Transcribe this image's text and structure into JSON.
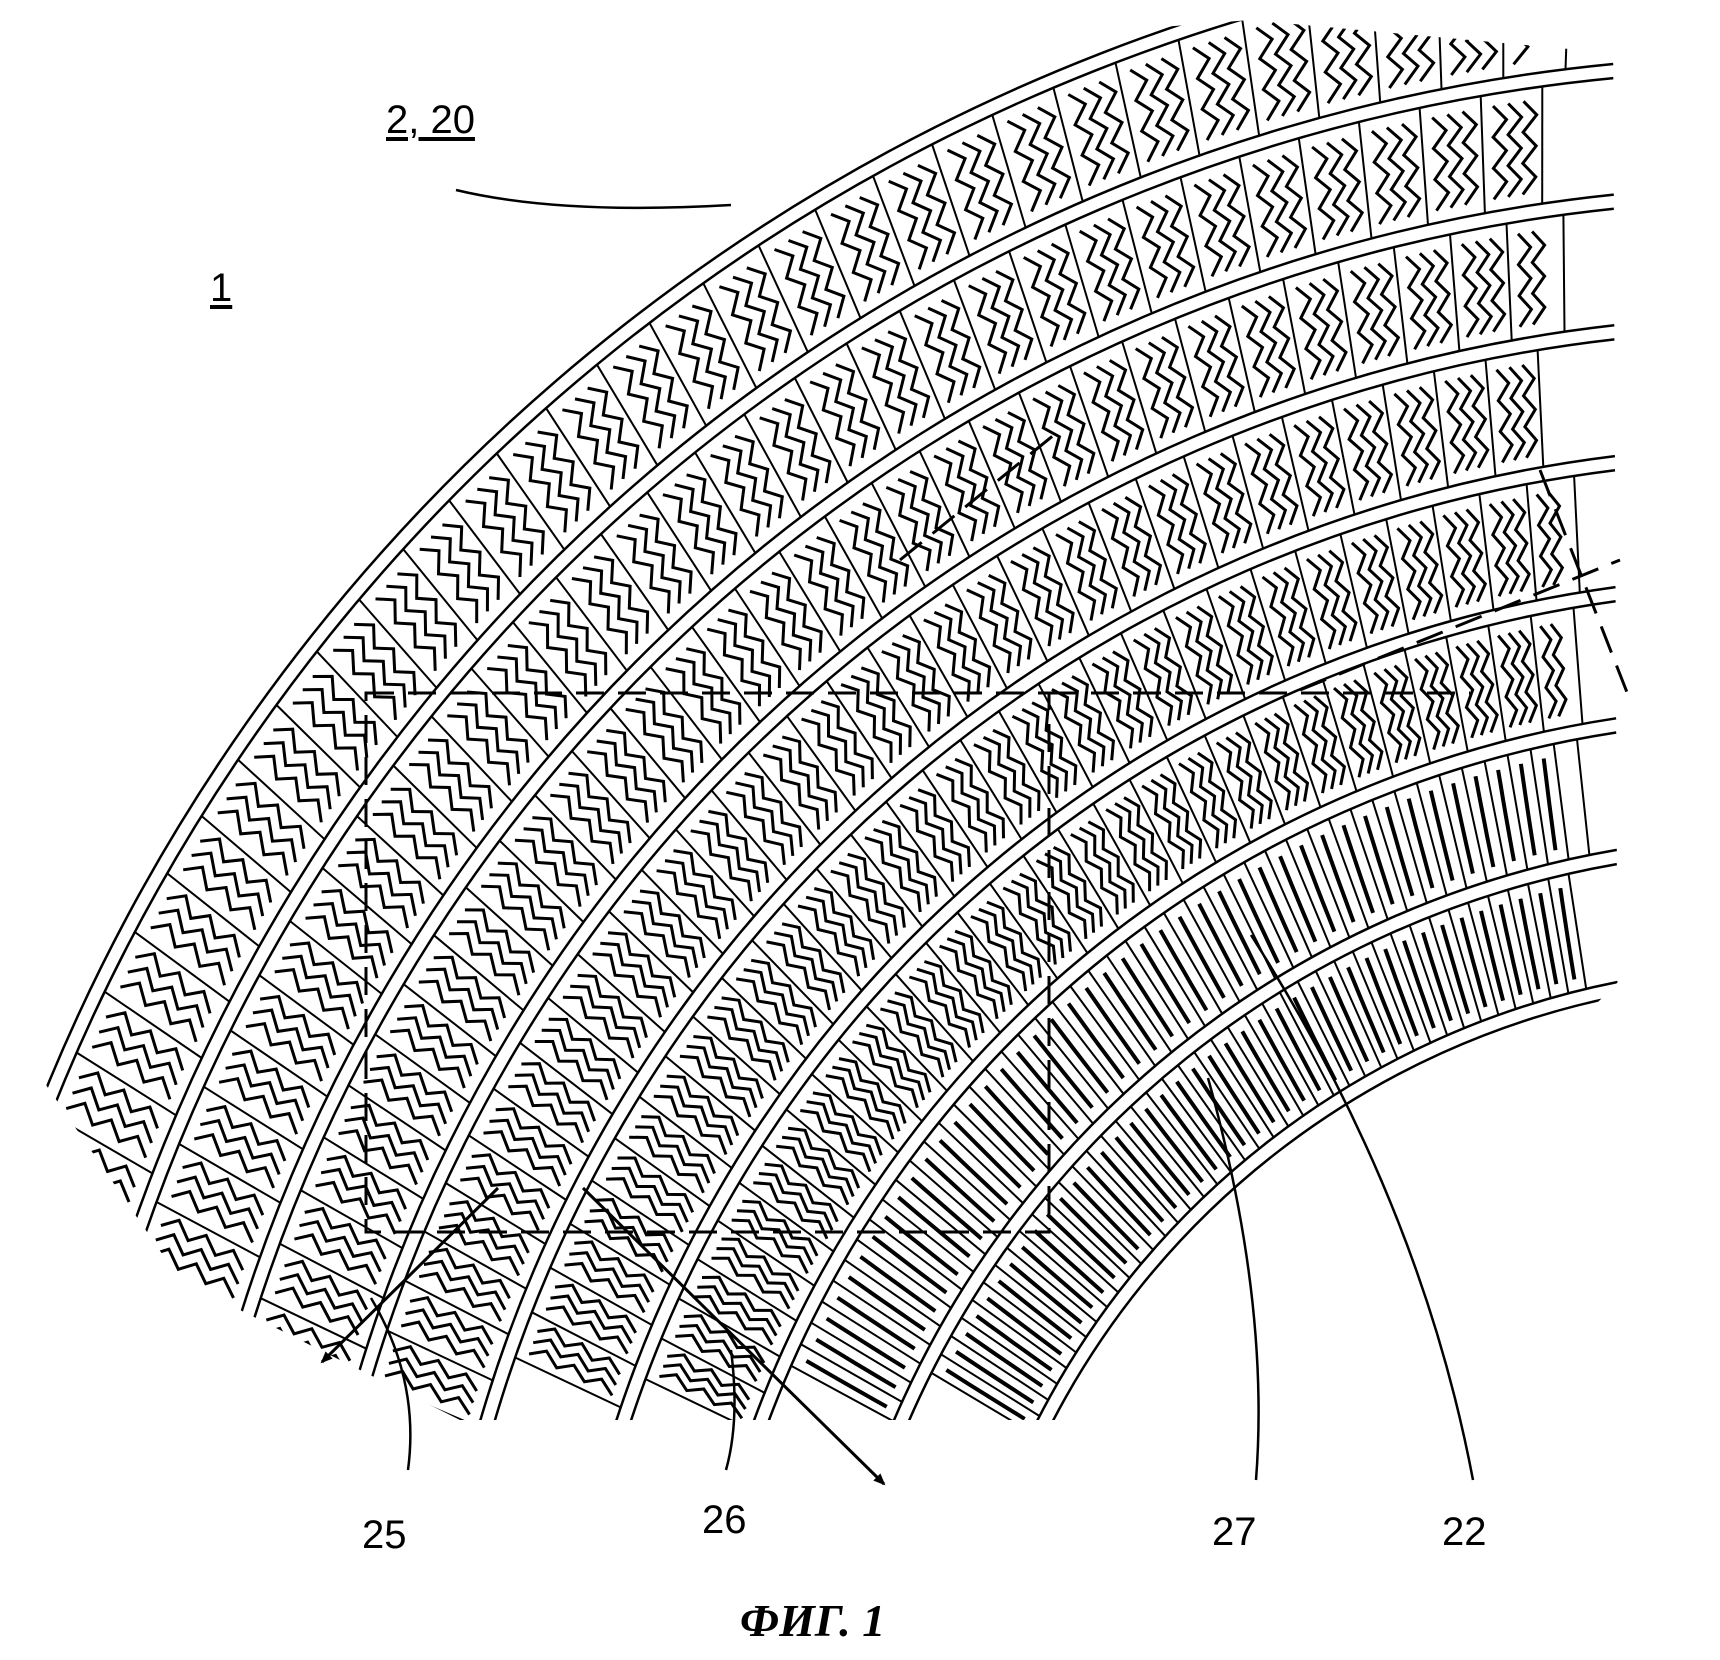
{
  "figure": {
    "caption": "ФИГ. 1",
    "labels": {
      "tire": "1",
      "tread": "2, 20",
      "arrow_a": "25",
      "arrow_b": "26",
      "groove": "27",
      "shoulder": "22"
    }
  }
}
